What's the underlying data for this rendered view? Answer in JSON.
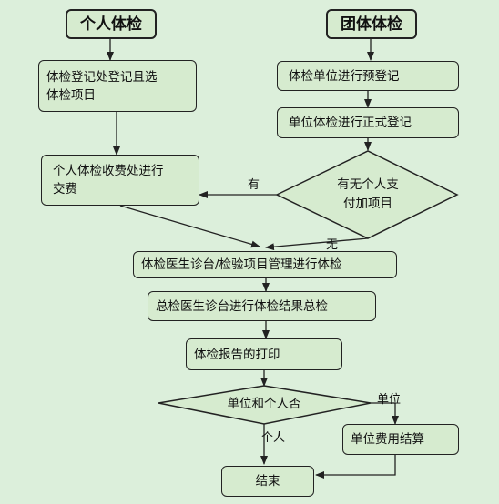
{
  "titles": {
    "individual": "个人体检",
    "group": "团体体检"
  },
  "steps": {
    "individual_register": "体检登记处登记且选\n体检项目",
    "unit_pre_register": "体检单位进行预登记",
    "unit_formal_register": "单位体检进行正式登记",
    "individual_payment": "个人体检收费处进行\n交费",
    "extra_items_decision": "有无个人支\n付加项目",
    "doctor_station": "体检医生诊台/检验项目管理进行体检",
    "chief_check": "总检医生诊台进行体检结果总检",
    "report_print": "体检报告的打印",
    "unit_or_individual_decision": "单位和个人否",
    "unit_settlement": "单位费用结算",
    "end": "结束"
  },
  "edge_labels": {
    "yes": "有",
    "no": "无",
    "unit": "单位",
    "individual": "个人"
  },
  "colors": {
    "background": "#dcefdb",
    "box_fill": "#d6ebcf",
    "line": "#222222"
  }
}
